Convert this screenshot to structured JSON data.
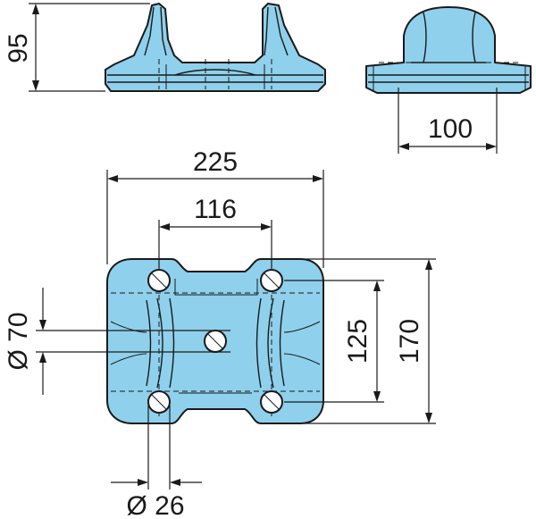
{
  "colors": {
    "part_fill": "#8fd0ec",
    "outline": "#1a1a1a",
    "background": "#ffffff"
  },
  "dimensions": {
    "height": "95",
    "side_width": "100",
    "overall_length": "225",
    "rail_spacing": "116",
    "hole_spacing": "125",
    "overall_width": "170",
    "center_hole": "Ø 70",
    "bolt_hole": "Ø 26"
  }
}
